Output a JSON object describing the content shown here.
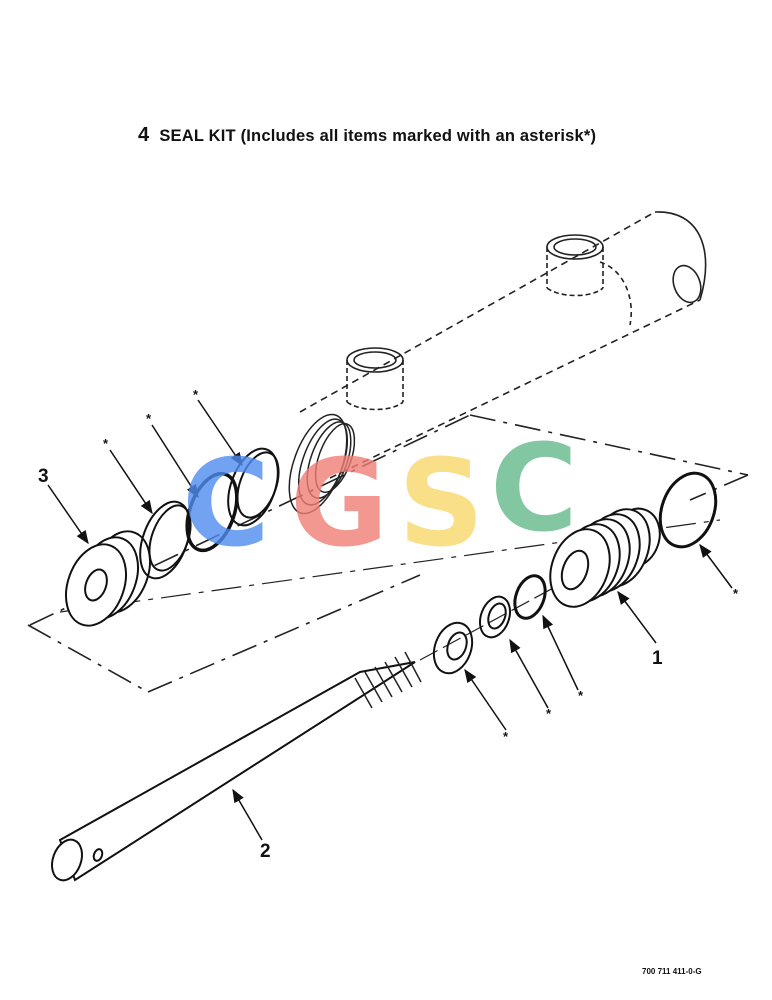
{
  "caption": {
    "number": "4",
    "text": "SEAL KIT (Includes all items marked with an asterisk*)"
  },
  "callouts": {
    "item1": "1",
    "item2": "2",
    "item3": "3",
    "asterisk": "*"
  },
  "reference_code": "700 711 411-0-G",
  "watermark": {
    "letters": [
      "C",
      "G",
      "S",
      "C"
    ],
    "colors": [
      "#4f8df0",
      "#f07f76",
      "#f8d86a",
      "#63b98b"
    ]
  }
}
